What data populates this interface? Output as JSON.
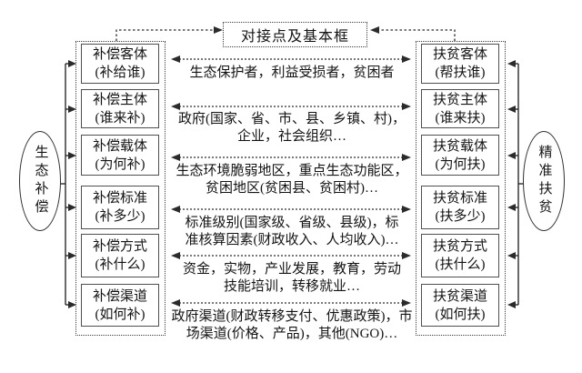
{
  "title_box": {
    "label": "对接点及基本框"
  },
  "left_ellipse": {
    "label": "生态补偿"
  },
  "right_ellipse": {
    "label": "精准扶贫"
  },
  "left_column": {
    "boxes": [
      {
        "title": "补偿客体",
        "subtitle": "(补给谁)"
      },
      {
        "title": "补偿主体",
        "subtitle": "(谁来补)"
      },
      {
        "title": "补偿载体",
        "subtitle": "(为何补)"
      },
      {
        "title": "补偿标准",
        "subtitle": "(补多少)"
      },
      {
        "title": "补偿方式",
        "subtitle": "(补什么)"
      },
      {
        "title": "补偿渠道",
        "subtitle": "(如何补)"
      }
    ]
  },
  "right_column": {
    "boxes": [
      {
        "title": "扶贫客体",
        "subtitle": "(帮扶谁)"
      },
      {
        "title": "扶贫主体",
        "subtitle": "(谁来扶)"
      },
      {
        "title": "扶贫载体",
        "subtitle": "(为何扶)"
      },
      {
        "title": "扶贫标准",
        "subtitle": "(扶多少)"
      },
      {
        "title": "扶贫方式",
        "subtitle": "(扶什么)"
      },
      {
        "title": "扶贫渠道",
        "subtitle": "(如何扶)"
      }
    ]
  },
  "center_rows": [
    {
      "text": "生态保护者，利益受损者，贫困者"
    },
    {
      "text": "政府(国家、省、市、县、乡镇、村)，\n企业，社会组织…"
    },
    {
      "text": "生态环境脆弱地区，重点生态功能区，\n贫困地区(贫困县、贫困村)…"
    },
    {
      "text": "标准级别(国家级、省级、县级)，标\n准核算因素(财政收入、人均收入)…"
    },
    {
      "text": "资金，实物，产业发展，教育，劳动\n技能培训，转移就业…"
    },
    {
      "text": "政府渠道(财政转移支付、优惠政策)，市\n场渠道(价格、产品)，其他(NGO)…"
    }
  ],
  "colors": {
    "line": "#2b2b2b",
    "text": "#141414",
    "box_border": "#4f4f4f"
  }
}
